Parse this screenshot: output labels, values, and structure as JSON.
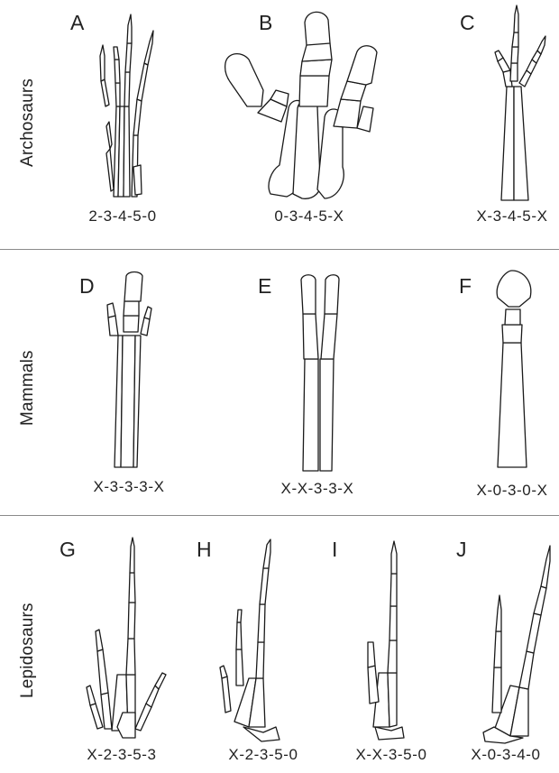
{
  "groups": {
    "archosaurs": "Archosaurs",
    "mammals": "Mammals",
    "lepidosaurs": "Lepidosaurs"
  },
  "panels": {
    "A": {
      "letter": "A",
      "formula": "2-3-4-5-0"
    },
    "B": {
      "letter": "B",
      "formula": "0-3-4-5-X"
    },
    "C": {
      "letter": "C",
      "formula": "X-3-4-5-X"
    },
    "D": {
      "letter": "D",
      "formula": "X-3-3-3-X"
    },
    "E": {
      "letter": "E",
      "formula": "X-X-3-3-X"
    },
    "F": {
      "letter": "F",
      "formula": "X-0-3-0-X"
    },
    "G": {
      "letter": "G",
      "formula": "X-2-3-5-3"
    },
    "H": {
      "letter": "H",
      "formula": "X-2-3-5-0"
    },
    "I": {
      "letter": "I",
      "formula": "X-X-3-5-0"
    },
    "J": {
      "letter": "J",
      "formula": "X-0-3-4-0"
    }
  },
  "colors": {
    "ink": "#1a1a1a",
    "divider": "#8a8a8a",
    "background": "#ffffff"
  }
}
